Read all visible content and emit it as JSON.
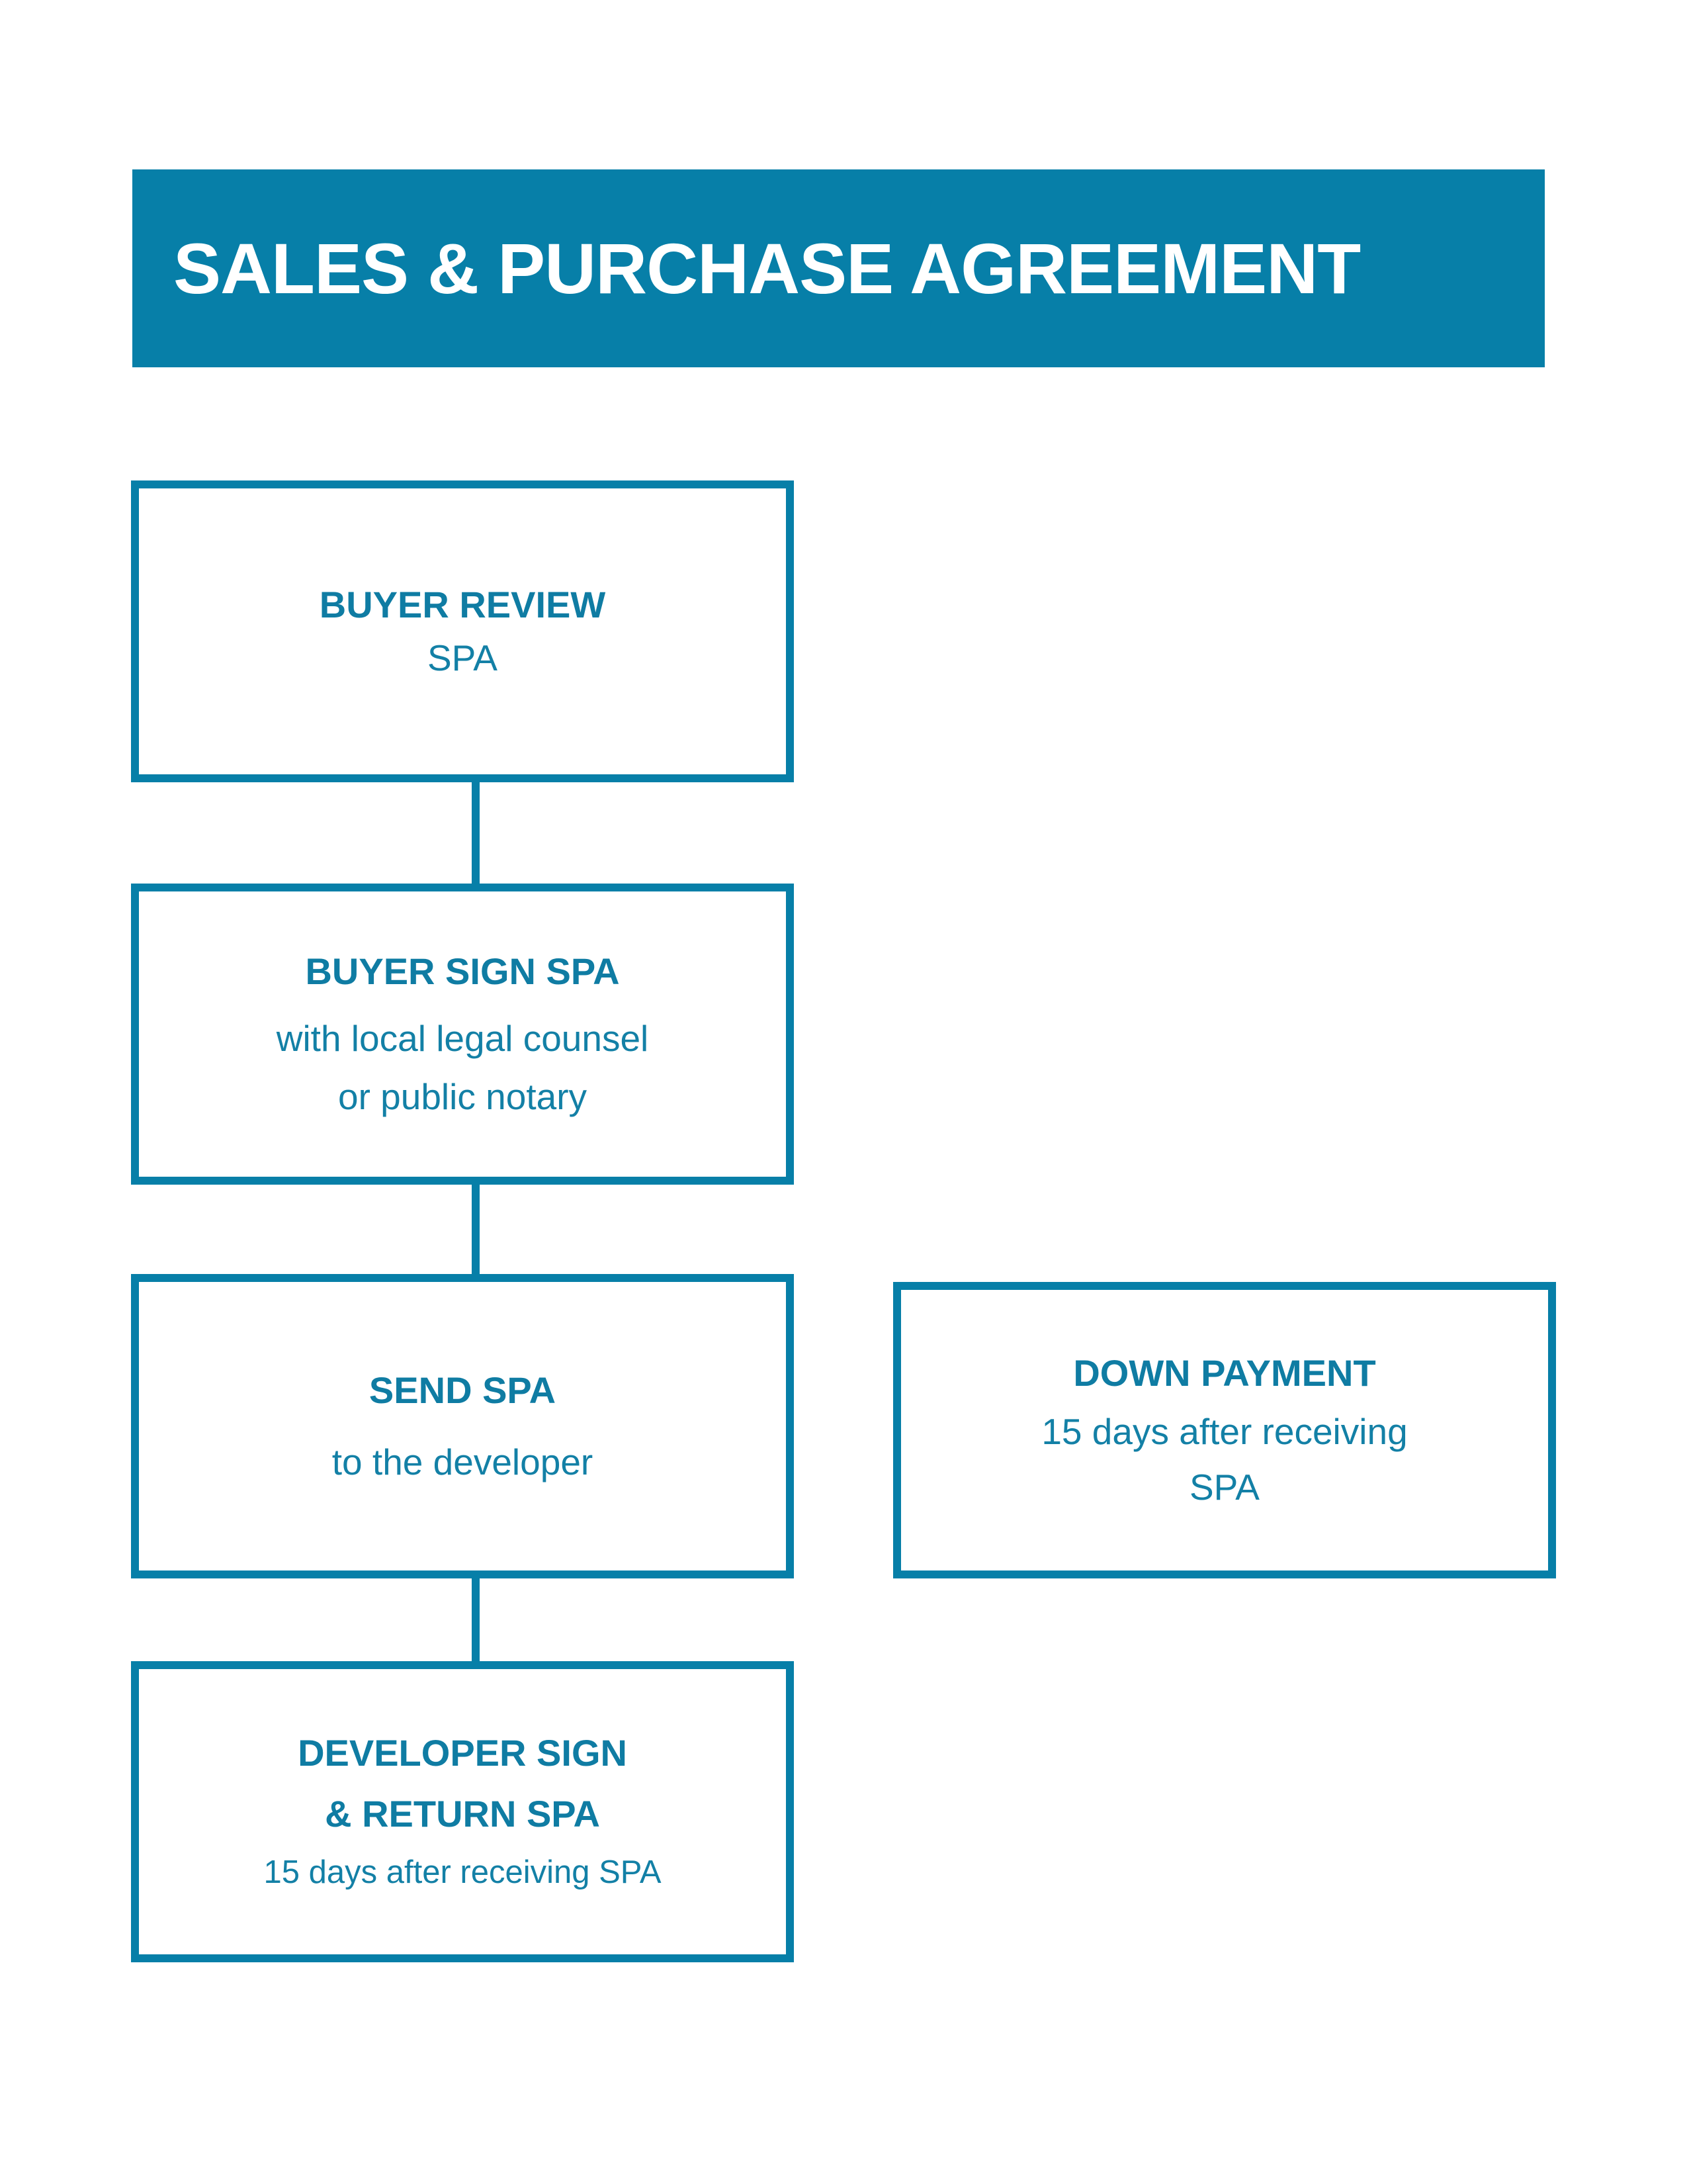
{
  "page": {
    "title": "Sales & Purchase Agreement",
    "accent_color": "#077FA8",
    "background_color": "#FFFFFF",
    "text_color": "#0F7CA3"
  },
  "header": {
    "title": "SALES & PURCHASE AGREEMENT"
  },
  "flow": {
    "boxes": [
      {
        "id": "buyer-review",
        "heading": "BUYER REVIEW",
        "lines": [
          "SPA"
        ]
      },
      {
        "id": "buyer-sign",
        "heading": "BUYER SIGN SPA",
        "lines": [
          "with local legal counsel",
          "or public notary"
        ]
      },
      {
        "id": "send-spa",
        "heading": "SEND SPA",
        "lines": [
          "to the developer"
        ]
      },
      {
        "id": "developer-sign",
        "heading": "DEVELOPER SIGN",
        "heading2": "& RETURN SPA",
        "lines": [
          "15 days after receiving SPA"
        ]
      },
      {
        "id": "down-payment",
        "heading": "DOWN PAYMENT",
        "lines": [
          "15 days after receiving",
          "SPA"
        ]
      }
    ],
    "connectors": [
      {
        "id": "connector-1",
        "from": "buyer-review",
        "to": "buyer-sign",
        "orientation": "vertical"
      },
      {
        "id": "connector-2",
        "from": "buyer-sign",
        "to": "send-spa",
        "orientation": "vertical"
      },
      {
        "id": "connector-3",
        "from": "send-spa",
        "to": "developer-sign",
        "orientation": "vertical"
      }
    ]
  }
}
